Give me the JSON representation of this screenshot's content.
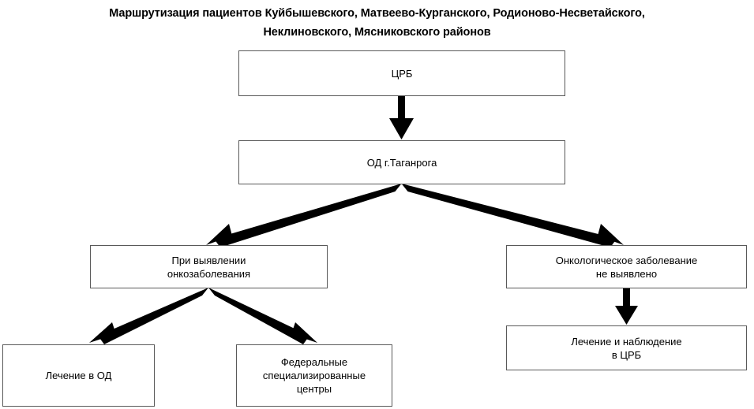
{
  "diagram": {
    "title": "Маршрутизация пациентов Куйбышевского, Матвеево-Курганского, Родионово-Несветайского, Неклиновского, Мясниковского районов",
    "title_line1": "Маршрутизация пациентов Куйбышевского, Матвеево-Курганского, Родионово-Несветайского,",
    "title_line2": "Неклиновского, Мясниковского районов",
    "colors": {
      "box_border": "#595959",
      "box_fill": "#ffffff",
      "arrow": "#000000",
      "text": "#000000",
      "background": "#ffffff"
    },
    "nodes": [
      {
        "id": "crb",
        "label": "ЦРБ"
      },
      {
        "id": "od-taganrog",
        "label": "ОД г.Таганрога"
      },
      {
        "id": "onco-detected",
        "label": "При выявлении\nонкозаболевания"
      },
      {
        "id": "onco-not-detected",
        "label": "Онкологическое заболевание\nне выявлено"
      },
      {
        "id": "treatment-od",
        "label": "Лечение в ОД"
      },
      {
        "id": "federal-centers",
        "label": "Федеральные\nспециализированные\nцентры"
      },
      {
        "id": "treatment-crb",
        "label": "Лечение и наблюдение\nв ЦРБ"
      }
    ],
    "edges": [
      {
        "from": "crb",
        "to": "od-taganrog",
        "kind": "vertical-arrow"
      },
      {
        "from": "od-taganrog",
        "to": "onco-detected",
        "kind": "diagonal-arrow-left"
      },
      {
        "from": "od-taganrog",
        "to": "onco-not-detected",
        "kind": "diagonal-arrow-right"
      },
      {
        "from": "onco-detected",
        "to": "treatment-od",
        "kind": "diagonal-arrow-left"
      },
      {
        "from": "onco-detected",
        "to": "federal-centers",
        "kind": "diagonal-arrow-right"
      },
      {
        "from": "onco-not-detected",
        "to": "treatment-crb",
        "kind": "vertical-arrow"
      }
    ]
  }
}
